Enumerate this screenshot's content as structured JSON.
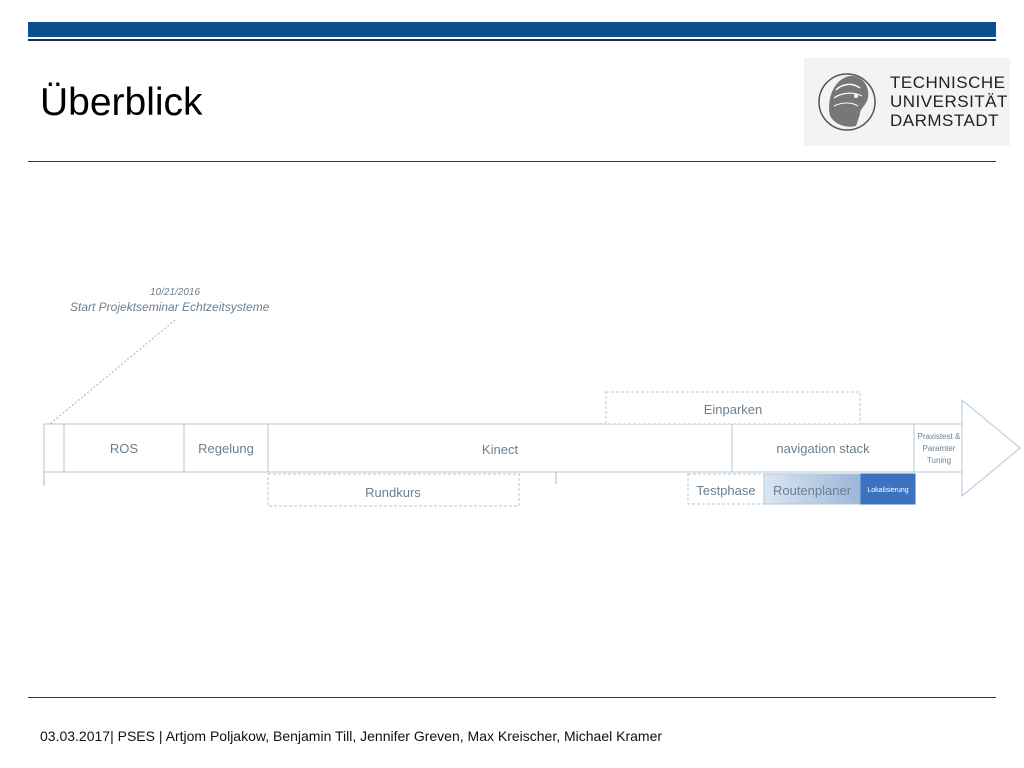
{
  "slide": {
    "title": "Überblick"
  },
  "logo": {
    "line1": "TECHNISCHE",
    "line2": "UNIVERSITÄT",
    "line3": "DARMSTADT",
    "icon": "athena-head-icon"
  },
  "milestone": {
    "date": "10/21/2016",
    "label": "Start Projektseminar Echtzeitsysteme"
  },
  "timeline": {
    "main": [
      "ROS",
      "Regelung",
      "Kinect",
      "navigation stack"
    ],
    "arrow_label": [
      "Praxistest &",
      "Paramter",
      "Tuning"
    ],
    "above": "Einparken",
    "below": [
      "Rundkurs",
      "Testphase",
      "Routenplaner",
      "Lokalisierung"
    ]
  },
  "footer": {
    "date": "03.03.2017",
    "sep1": "| ",
    "course": "PSES",
    "sep2": " | ",
    "authors": "Artjom Poljakow, Benjamin Till, Jennifer Greven, Max Kreischer, Michael Kramer"
  },
  "colors": {
    "brand_blue": "#0b4f8f",
    "box_border": "#9db3c7",
    "box_text": "#6b7f8f",
    "routenplaner_fill": "#a9c1dc",
    "lokalisierung_fill": "#3b72c0"
  }
}
